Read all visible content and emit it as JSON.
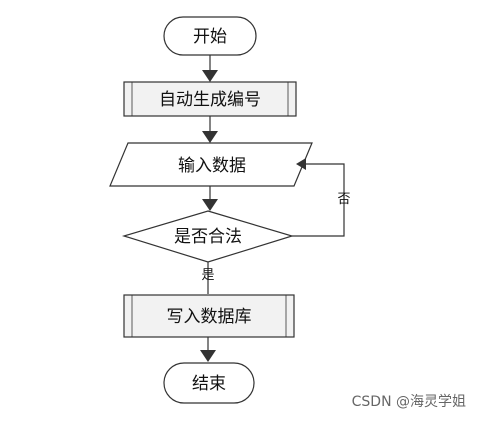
{
  "diagram": {
    "nodes": {
      "start": "开始",
      "generate": "自动生成编号",
      "input": "输入数据",
      "valid": "是否合法",
      "write": "写入数据库",
      "end": "结束"
    },
    "edges": {
      "no_label": "否",
      "yes_label": "是"
    }
  },
  "watermark": "CSDN @海灵学姐"
}
